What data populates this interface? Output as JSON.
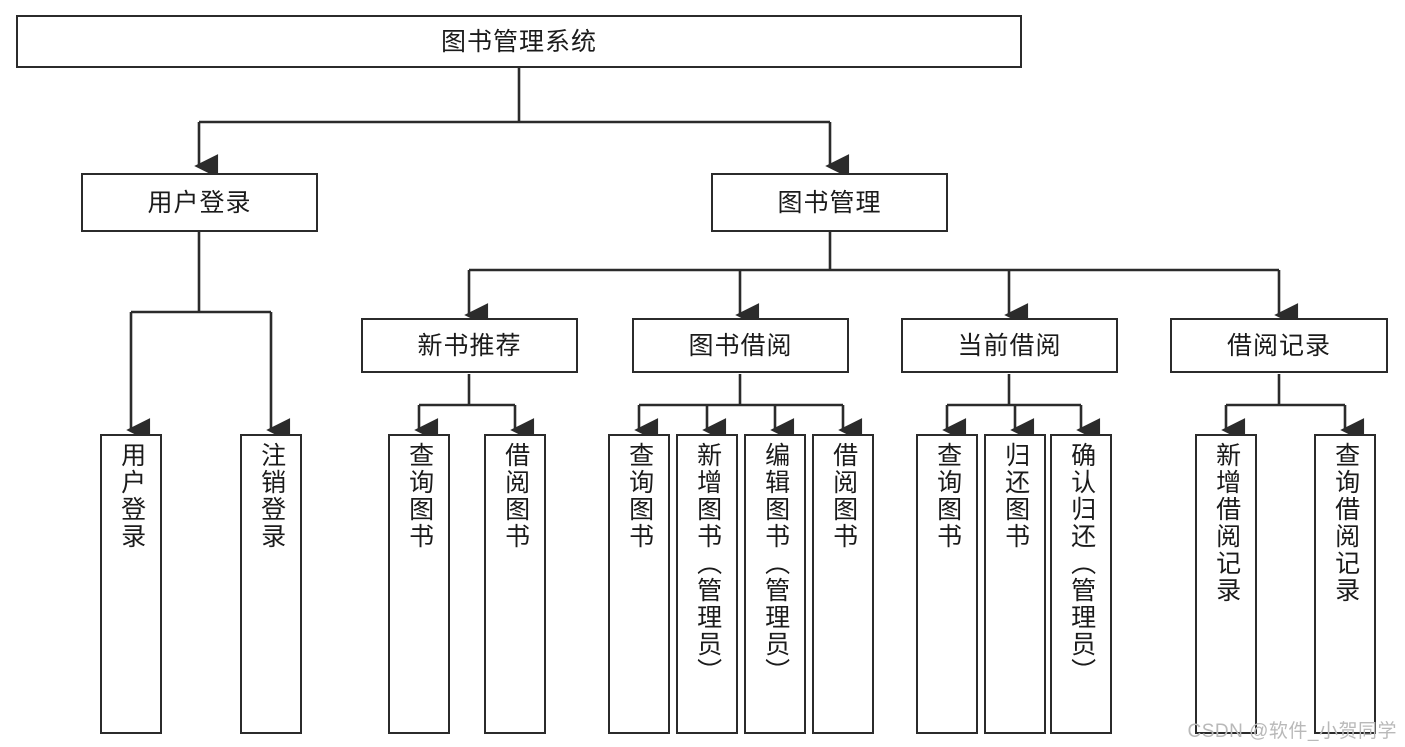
{
  "diagram": {
    "title": "图书管理系统",
    "type": "tree-hierarchy-diagram",
    "colors": {
      "stroke": "#2b2b2b",
      "fill": "#ffffff",
      "text": "#1b1b1b",
      "watermark": "#b9b9b9"
    },
    "root": {
      "id": "root",
      "label": "图书管理系统",
      "orientation": "horizontal"
    },
    "level2": [
      {
        "id": "user-login",
        "label": "用户登录",
        "orientation": "horizontal"
      },
      {
        "id": "book-management",
        "label": "图书管理",
        "orientation": "horizontal"
      }
    ],
    "level3": [
      {
        "id": "new-book-recommend",
        "label": "新书推荐",
        "orientation": "horizontal",
        "parent": "book-management"
      },
      {
        "id": "book-borrow",
        "label": "图书借阅",
        "orientation": "horizontal",
        "parent": "book-management"
      },
      {
        "id": "current-borrow",
        "label": "当前借阅",
        "orientation": "horizontal",
        "parent": "book-management"
      },
      {
        "id": "borrow-record",
        "label": "借阅记录",
        "orientation": "horizontal",
        "parent": "book-management"
      }
    ],
    "leaves": [
      {
        "id": "leaf-user-login",
        "label": "用户登录",
        "parent": "user-login",
        "orientation": "vertical"
      },
      {
        "id": "leaf-logout",
        "label": "注销登录",
        "parent": "user-login",
        "orientation": "vertical"
      },
      {
        "id": "leaf-query-book-1",
        "label": "查询图书",
        "parent": "new-book-recommend",
        "orientation": "vertical"
      },
      {
        "id": "leaf-borrow-book-1",
        "label": "借阅图书",
        "parent": "new-book-recommend",
        "orientation": "vertical"
      },
      {
        "id": "leaf-query-book-2",
        "label": "查询图书",
        "parent": "book-borrow",
        "orientation": "vertical"
      },
      {
        "id": "leaf-add-book",
        "label": "新增图书（管理员）",
        "parent": "book-borrow",
        "orientation": "vertical"
      },
      {
        "id": "leaf-edit-book",
        "label": "编辑图书（管理员）",
        "parent": "book-borrow",
        "orientation": "vertical"
      },
      {
        "id": "leaf-borrow-book-2",
        "label": "借阅图书",
        "parent": "book-borrow",
        "orientation": "vertical"
      },
      {
        "id": "leaf-query-book-3",
        "label": "查询图书",
        "parent": "current-borrow",
        "orientation": "vertical"
      },
      {
        "id": "leaf-return-book",
        "label": "归还图书",
        "parent": "current-borrow",
        "orientation": "vertical"
      },
      {
        "id": "leaf-confirm-return",
        "label": "确认归还（管理员）",
        "parent": "current-borrow",
        "orientation": "vertical"
      },
      {
        "id": "leaf-add-record",
        "label": "新增借阅记录",
        "parent": "borrow-record",
        "orientation": "vertical"
      },
      {
        "id": "leaf-query-record",
        "label": "查询借阅记录",
        "parent": "borrow-record",
        "orientation": "vertical"
      }
    ],
    "watermark": "CSDN @软件_小贺同学"
  }
}
